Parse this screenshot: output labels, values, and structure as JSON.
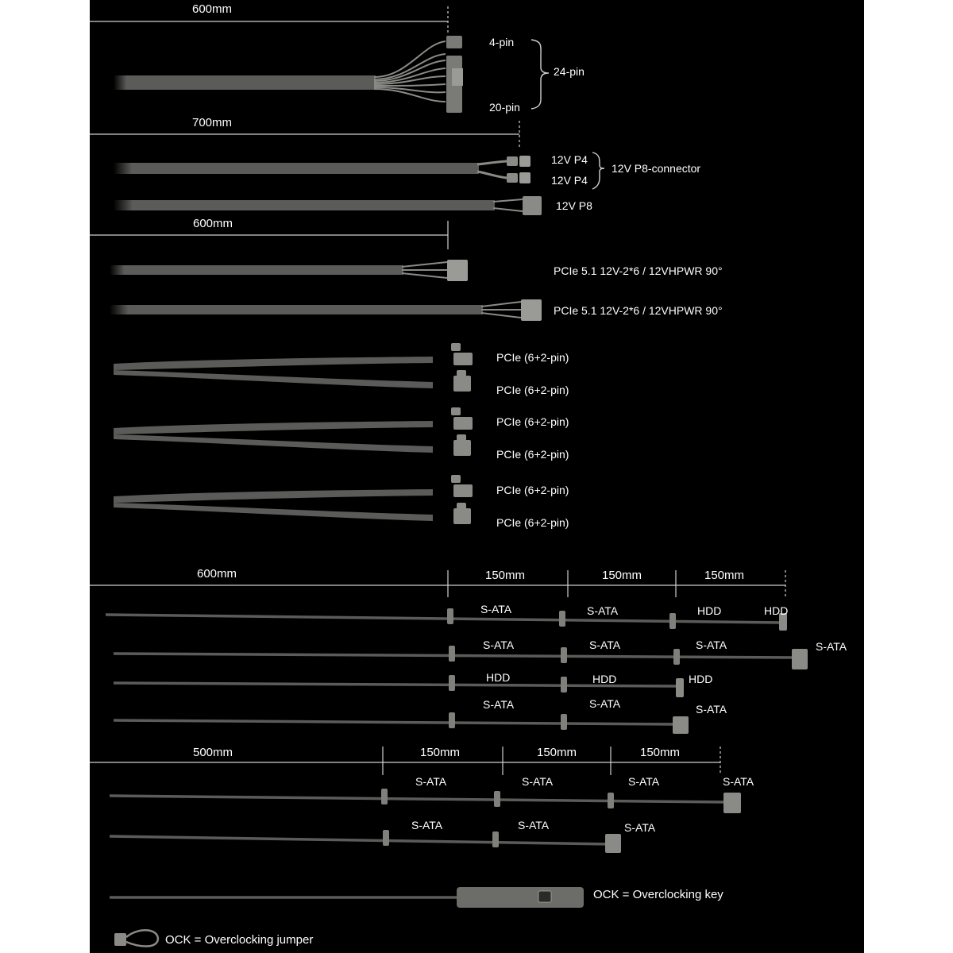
{
  "colors": {
    "background": "#000000",
    "cable": "#5b5b59",
    "text": "#ffffff",
    "connector": "#8a8a86"
  },
  "labels": {
    "dim_600": "600mm",
    "dim_700": "700mm",
    "dim_500": "500mm",
    "dim_150": "150mm",
    "pin_4": "4-pin",
    "pin_20": "20-pin",
    "pin_24": "24-pin",
    "p4": "12V P4",
    "p8_connector": "12V P8-connector",
    "p8": "12V P8",
    "pcie51": "PCIe 5.1 12V-2*6 / 12VHPWR 90°",
    "pcie62": "PCIe (6+2-pin)",
    "sata": "S-ATA",
    "hdd": "HDD",
    "ock_key": "OCK = Overclocking key",
    "ock_jumper": "OCK = Overclocking jumper"
  }
}
